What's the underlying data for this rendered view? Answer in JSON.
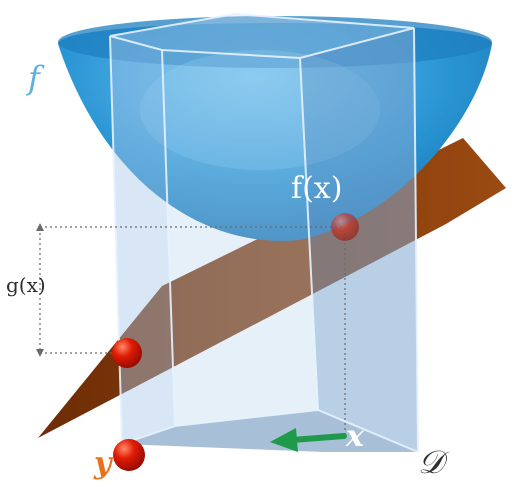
{
  "labels": {
    "function": "f",
    "function_value": "f(x)",
    "surrogate_value": "g(x)",
    "point_x": "x",
    "point_y": "y",
    "domain": "𝒟"
  },
  "colors": {
    "bowl": "#2a96d4",
    "bowl_rim": "#1f7fc0",
    "plane": "#8a3e0c",
    "box_fill": "#a8c8e8",
    "box_edge": "#e6f2ff",
    "point": "#e01c06",
    "arrow": "#1e9a4a",
    "label_f": "#5db0e0",
    "label_white": "#ffffff",
    "label_y": "#e8721a",
    "label_dark": "#2e2e2e",
    "dotted": "#6a6a6a"
  },
  "icons": {
    "direction_arrow": "left-arrow",
    "point_marker": "sphere"
  }
}
